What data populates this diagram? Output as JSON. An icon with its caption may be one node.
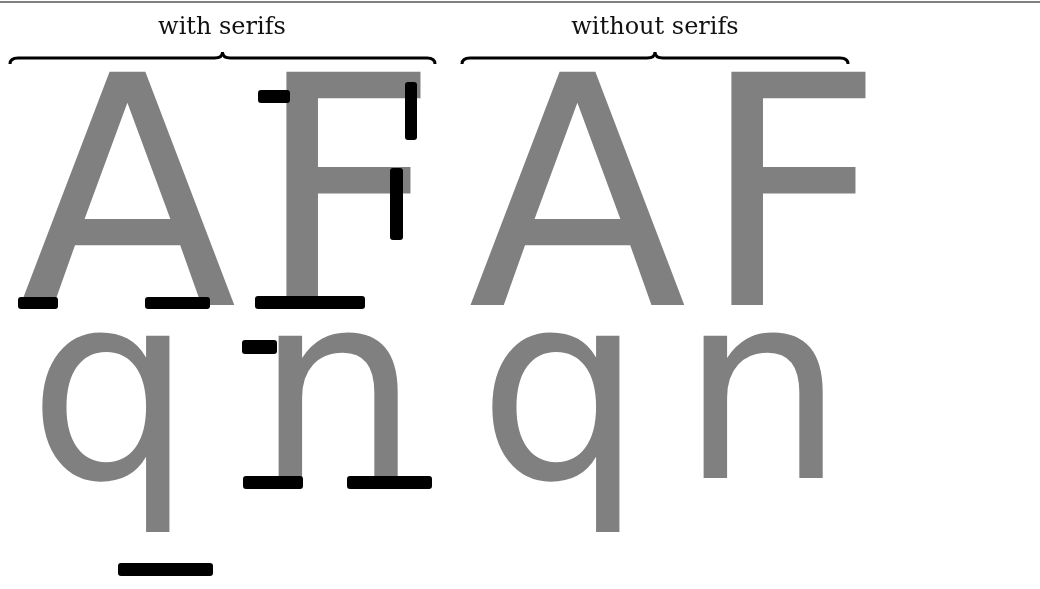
{
  "diagram": {
    "labels": [
      "with serifs",
      "without serifs",
      "A",
      "F",
      "q",
      "n",
      "A",
      "F",
      "q",
      "n"
    ]
  }
}
